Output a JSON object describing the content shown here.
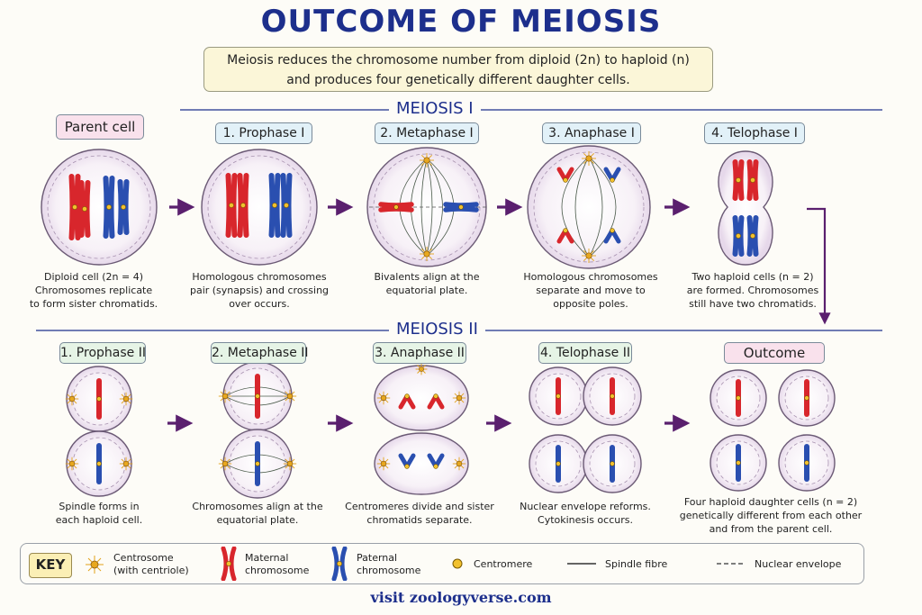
{
  "title": "OUTCOME OF MEIOSIS",
  "intro": {
    "line1": "Meiosis reduces the chromosome number from diploid (2n) to haploid (n)",
    "line2": "and produces four genetically different daughter cells."
  },
  "meiosis1": {
    "title": "MEIOSIS I",
    "parent": {
      "label": "Parent cell",
      "caption": [
        "Diploid cell (2n = 4)",
        "Chromosomes replicate",
        "to form sister chromatids."
      ]
    },
    "stages": [
      {
        "label": "1. Prophase I",
        "caption": [
          "Homologous chromosomes",
          "pair (synapsis) and crossing",
          "over occurs."
        ]
      },
      {
        "label": "2. Metaphase I",
        "caption": [
          "Bivalents align at the",
          "equatorial plate."
        ]
      },
      {
        "label": "3. Anaphase I",
        "caption": [
          "Homologous chromosomes",
          "separate and move to",
          "opposite poles."
        ]
      },
      {
        "label": "4. Telophase I",
        "caption": [
          "Two haploid cells (n = 2)",
          "are formed. Chromosomes",
          "still have two chromatids."
        ]
      }
    ]
  },
  "meiosis2": {
    "title": "MEIOSIS II",
    "stages": [
      {
        "label": "1. Prophase II",
        "caption": [
          "Spindle forms in",
          "each haploid cell."
        ]
      },
      {
        "label": "2. Metaphase II",
        "caption": [
          "Chromosomes align at the",
          "equatorial plate."
        ]
      },
      {
        "label": "3. Anaphase II",
        "caption": [
          "Centromeres divide and sister",
          "chromatids separate."
        ]
      },
      {
        "label": "4. Telophase II",
        "caption": [
          "Nuclear envelope reforms.",
          "Cytokinesis occurs."
        ]
      }
    ],
    "outcome": {
      "label": "Outcome",
      "caption": [
        "Four haploid daughter cells (n = 2)",
        "genetically different from each other",
        "and from the parent cell."
      ]
    }
  },
  "key": {
    "tag": "KEY",
    "centrosome": [
      "Centrosome",
      "(with centriole)"
    ],
    "maternal": [
      "Maternal",
      "chromosome"
    ],
    "paternal": [
      "Paternal",
      "chromosome"
    ],
    "centromere": "Centromere",
    "spindle": "Spindle fibre",
    "envelope": "Nuclear envelope"
  },
  "footer": "visit zoologyverse.com",
  "colors": {
    "maternal": "#d8262c",
    "paternal": "#2a4fb0",
    "arrow": "#5a1f6e",
    "title": "#1d2f8c",
    "centromere": "#f2c12e"
  }
}
